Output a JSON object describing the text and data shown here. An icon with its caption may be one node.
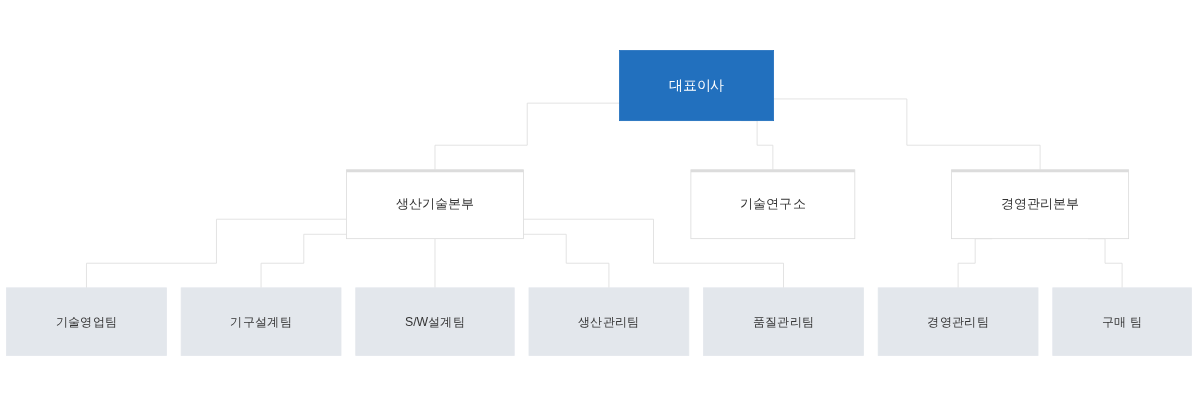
{
  "diagram": {
    "nodes": [
      {
        "text": [
          "대표이사"
        ]
      },
      {
        "text": [
          "생산기술본부"
        ]
      },
      {
        "text": [
          "기술연구소"
        ]
      },
      {
        "text": [
          "경영관리본부"
        ]
      },
      {
        "text": [
          "기술영업팀"
        ]
      },
      {
        "text": [
          "기구설계팀"
        ]
      },
      {
        "text": [
          "S/W설계팀"
        ]
      },
      {
        "text": [
          "생산관리팀"
        ]
      },
      {
        "text": [
          "품질관리팀"
        ]
      },
      {
        "text": [
          "경영관리팀"
        ]
      },
      {
        "text": [
          "구매 팀"
        ]
      }
    ],
    "edges": [
      {
        "from": 0,
        "to": 1,
        "arrow": "none"
      },
      {
        "from": 0,
        "to": 2,
        "arrow": "none"
      },
      {
        "from": 0,
        "to": 3,
        "arrow": "none"
      },
      {
        "from": 1,
        "to": 4,
        "arrow": "none"
      },
      {
        "from": 1,
        "to": 5,
        "arrow": "none"
      },
      {
        "from": 1,
        "to": 6,
        "arrow": "none"
      },
      {
        "from": 1,
        "to": 7,
        "arrow": "none"
      },
      {
        "from": 1,
        "to": 8,
        "arrow": "none"
      },
      {
        "from": 3,
        "to": 9,
        "arrow": "none"
      },
      {
        "from": 3,
        "to": 10,
        "arrow": "none"
      }
    ]
  }
}
